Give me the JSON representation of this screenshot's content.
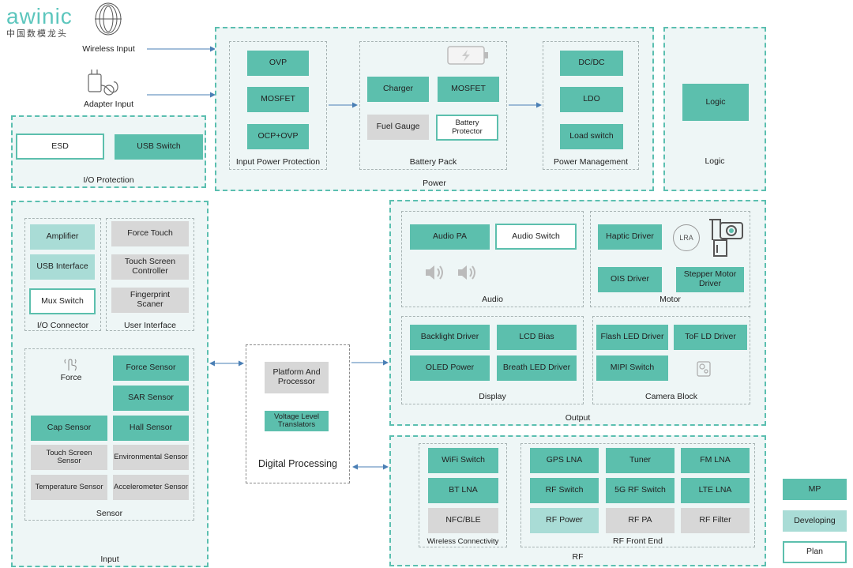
{
  "logo": {
    "brand": "awinic",
    "brand_cn": "中国数模龙头"
  },
  "inputs": {
    "wireless": "Wireless Input",
    "adapter": "Adapter Input"
  },
  "power": {
    "title": "Power",
    "input_protection": {
      "title": "Input Power Protection",
      "items": [
        "OVP",
        "MOSFET",
        "OCP+OVP"
      ]
    },
    "battery_pack": {
      "title": "Battery Pack",
      "charger": "Charger",
      "mosfet": "MOSFET",
      "fuel_gauge": "Fuel Gauge",
      "battery_protector": "Battery Protector"
    },
    "management": {
      "title": "Power Management",
      "items": [
        "DC/DC",
        "LDO",
        "Load switch"
      ]
    }
  },
  "logic": {
    "title": "Logic",
    "box": "Logic"
  },
  "io_protection": {
    "title": "I/O Protection",
    "esd": "ESD",
    "usb_switch": "USB Switch"
  },
  "input": {
    "title": "Input",
    "io_connector": {
      "title": "I/O Connector",
      "items": [
        "Amplifier",
        "USB Interface",
        "Mux Switch"
      ]
    },
    "user_interface": {
      "title": "User Interface",
      "items": [
        "Force Touch",
        "Touch Screen Controller",
        "Fingerprint Scaner"
      ]
    },
    "sensor": {
      "title": "Sensor",
      "force_label": "Force",
      "force_sensor": "Force Sensor",
      "sar_sensor": "SAR Sensor",
      "cap_sensor": "Cap Sensor",
      "hall_sensor": "Hall Sensor",
      "touch_screen_sensor": "Touch Screen Sensor",
      "environmental_sensor": "Environmental Sensor",
      "temperature_sensor": "Temperature Sensor",
      "accelerometer_sensor": "Accelerometer Sensor"
    }
  },
  "digital": {
    "title": "Digital Processing",
    "platform": "Platform And Processor",
    "translators": "Voltage Level Translators"
  },
  "output": {
    "title": "Output",
    "audio": {
      "title": "Audio",
      "pa": "Audio PA",
      "switch": "Audio Switch"
    },
    "motor": {
      "title": "Motor",
      "haptic": "Haptic Driver",
      "lra": "LRA",
      "ois": "OIS Driver",
      "stepper": "Stepper Motor Driver"
    },
    "display": {
      "title": "Display",
      "backlight": "Backlight Driver",
      "lcd_bias": "LCD Bias",
      "oled": "OLED Power",
      "breath": "Breath LED Driver"
    },
    "camera": {
      "title": "Camera Block",
      "flash": "Flash LED Driver",
      "tof": "ToF LD Driver",
      "mipi": "MIPI Switch"
    }
  },
  "rf": {
    "title": "RF",
    "wireless": {
      "title": "Wireless Connectivity",
      "items": [
        "WiFi Switch",
        "BT LNA",
        "NFC/BLE"
      ]
    },
    "front_end": {
      "title": "RF Front End",
      "row1": [
        "GPS LNA",
        "Tuner",
        "FM LNA"
      ],
      "row2": [
        "RF Switch",
        "5G RF Switch",
        "LTE LNA"
      ],
      "row3": [
        "RF Power",
        "RF PA",
        "RF Filter"
      ]
    }
  },
  "legend": {
    "mp": "MP",
    "developing": "Developing",
    "plan": "Plan"
  },
  "colors": {
    "mp": "#5cbfad",
    "developing": "#a9dcd6",
    "plan": "#ffffff",
    "unavailable": "#d7d7d7",
    "group_border": "#5bbfb0",
    "arrow": "#4a7fb5"
  }
}
